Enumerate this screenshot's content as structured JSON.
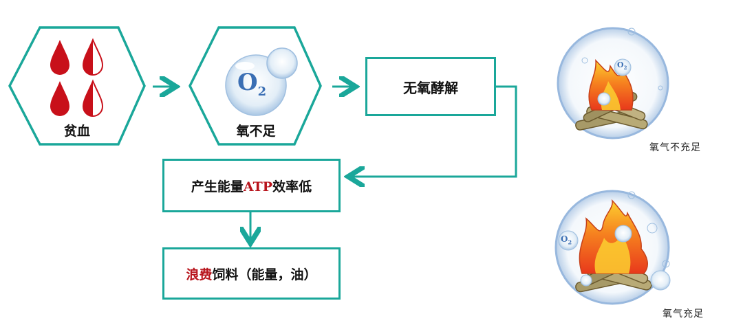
{
  "nodes": {
    "anemia": {
      "label": "贫血"
    },
    "low_oxygen": {
      "label": "氧不足",
      "bubble_text": "O",
      "bubble_sub": "2"
    },
    "anaerobic": {
      "label": "无氧酵解"
    },
    "low_atp": {
      "prefix": "产生能量",
      "highlight": "ATP",
      "suffix": "效率低"
    },
    "waste": {
      "highlight": "浪费",
      "suffix": "饲料（能量，油）"
    }
  },
  "illustrations": {
    "insufficient": {
      "caption": "氧气不充足",
      "o2_text": "O",
      "o2_sub": "2"
    },
    "sufficient": {
      "caption": "氧气充足",
      "o2_text": "O",
      "o2_sub": "2"
    }
  },
  "colors": {
    "teal": "#1aa79a",
    "red": "#b8141c",
    "blood": "#c8101a"
  }
}
